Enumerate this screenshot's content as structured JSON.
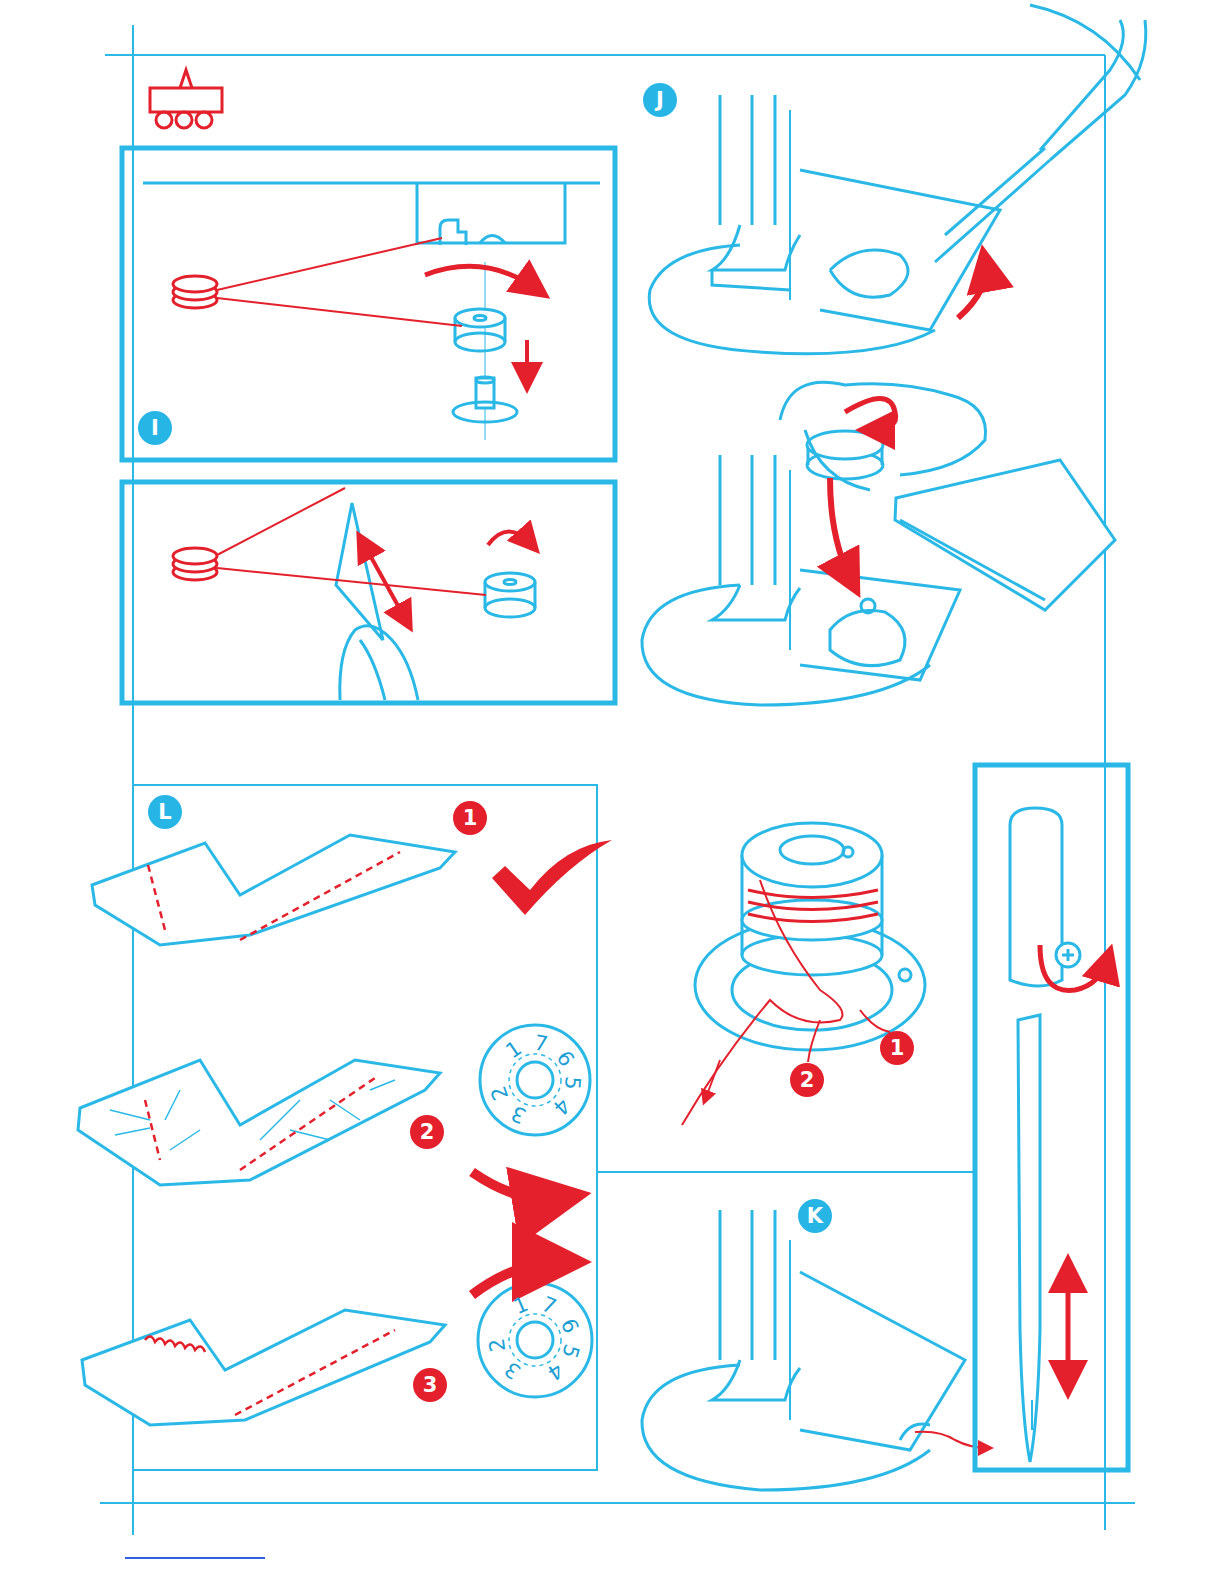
{
  "diagram": {
    "nodes": [
      {
        "text": [
          "I"
        ]
      },
      {
        "text": [
          "J"
        ]
      },
      {
        "text": [
          "L"
        ]
      },
      {
        "text": [
          "1"
        ]
      },
      {
        "text": [
          "2"
        ]
      },
      {
        "text": [
          "3"
        ]
      },
      {
        "text": [
          "1"
        ]
      },
      {
        "text": [
          "2"
        ]
      },
      {
        "text": [
          "K"
        ]
      }
    ],
    "labels": [
      "7",
      "6",
      "5",
      "4",
      "3",
      "2",
      "1",
      "7",
      "6",
      "5",
      "4",
      "3",
      "2",
      "1"
    ]
  }
}
